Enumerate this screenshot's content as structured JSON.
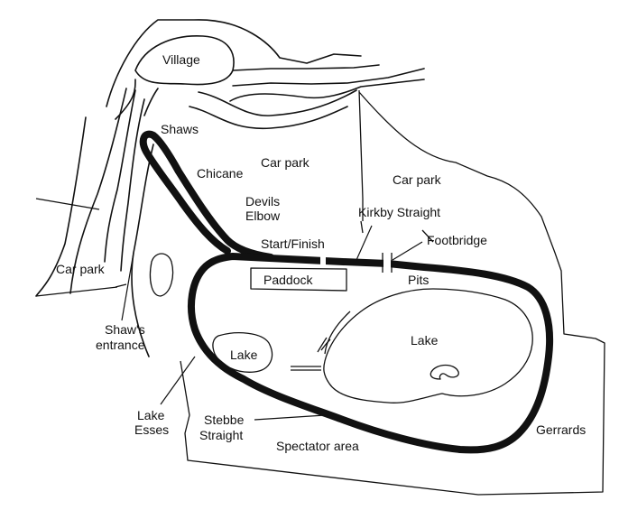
{
  "labels": {
    "village": "Village",
    "shaws": "Shaws",
    "car_park_centre": "Car park",
    "car_park_right": "Car park",
    "car_park_left": "Car park",
    "chicane": "Chicane",
    "devils_elbow_1": "Devils",
    "devils_elbow_2": "Elbow",
    "kirkby_straight": "Kirkby Straight",
    "start_finish": "Start/Finish",
    "footbridge": "Footbridge",
    "paddock": "Paddock",
    "pits": "Pits",
    "shaws_entrance_1": "Shaw's",
    "shaws_entrance_2": "entrance",
    "lake_small": "Lake",
    "lake_large": "Lake",
    "lake_esses_1": "Lake",
    "lake_esses_2": "Esses",
    "stebbe_straight_1": "Stebbe",
    "stebbe_straight_2": "Straight",
    "spectator_area": "Spectator area",
    "gerrards": "Gerrards"
  }
}
